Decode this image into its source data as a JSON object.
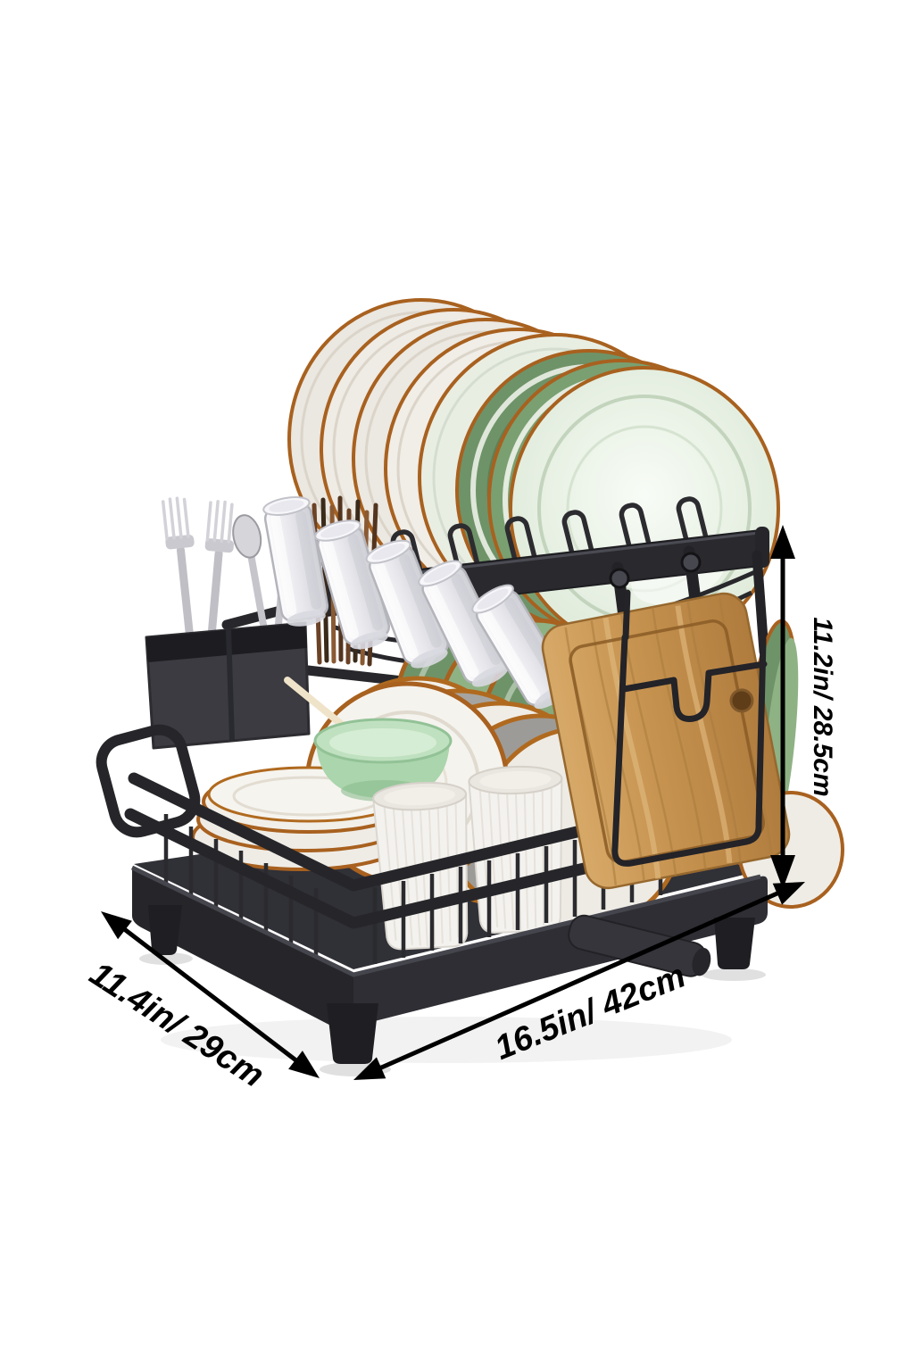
{
  "page": {
    "background_color": "#ffffff",
    "image_type": "product dimension illustration"
  },
  "subject": {
    "description": "Two-tier black metal dish drying rack holding plates, bowls, ribbed cups, drinking glasses and cutlery, with a wooden cutting board in a wire side holder, over a drainboard base with feet and a swivel drain spout"
  },
  "palette": {
    "rack_black": "#26262a",
    "tray_black": "#2e2e34",
    "plate_white": "#efece6",
    "plate_rim_orange": "#a8611f",
    "plate_green": "#6f9368",
    "plate_pale_green": "#e9f0e5",
    "bowl_mint": "#b9dcb9",
    "cup_white": "#f4f2ee",
    "glass_gray": "#d9d9de",
    "wood_light": "#d7a968",
    "wood_dark": "#b07c3e",
    "cutlery_silver": "#c9c9cd",
    "chopstick_brown": "#6b4226",
    "dimension_color": "#000000"
  },
  "annotations": {
    "height": {
      "label": "11.2in/ 28.5cm",
      "orientation": "vertical-right"
    },
    "depth": {
      "label": "11.4in/ 29cm",
      "orientation": "diagonal-lower-left"
    },
    "width": {
      "label": "16.5in/ 42cm",
      "orientation": "diagonal-lower-right"
    }
  }
}
